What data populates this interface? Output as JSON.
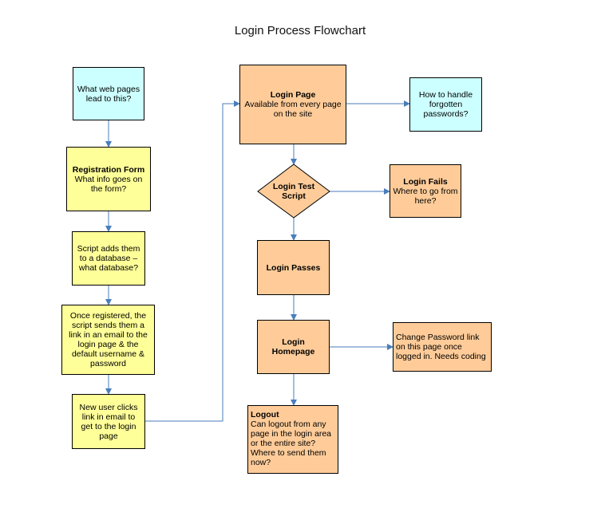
{
  "title": "Login Process Flowchart",
  "nodes": {
    "web_pages": {
      "body": "What web pages lead to this?"
    },
    "registration_form": {
      "heading": "Registration Form",
      "body": "What info goes on the form?"
    },
    "script_db": {
      "body": "Script adds them to a database – what database?"
    },
    "once_registered": {
      "body": "Once registered, the script sends them a link in an email to the login page & the default username & password"
    },
    "new_user_clicks": {
      "body": "New user clicks link in email to get to the login page"
    },
    "login_page": {
      "heading": "Login Page",
      "body": "Available from every page on the site"
    },
    "forgotten_passwords": {
      "body": "How to handle forgotten passwords?"
    },
    "login_test_script": {
      "heading": "Login Test Script"
    },
    "login_fails": {
      "heading": "Login Fails",
      "body": "Where to go from here?"
    },
    "login_passes": {
      "heading": "Login Passes"
    },
    "login_homepage": {
      "heading": "Login Homepage"
    },
    "change_password": {
      "body": "Change Password link on this page once logged in. Needs coding"
    },
    "logout": {
      "heading": "Logout",
      "body": "Can logout from any page in the login area or the entire site? Where to send them now?"
    }
  },
  "colors": {
    "cyan": "#ccffff",
    "yellow": "#ffff99",
    "orange": "#ffcc99",
    "connector": "#4a7ebb"
  }
}
